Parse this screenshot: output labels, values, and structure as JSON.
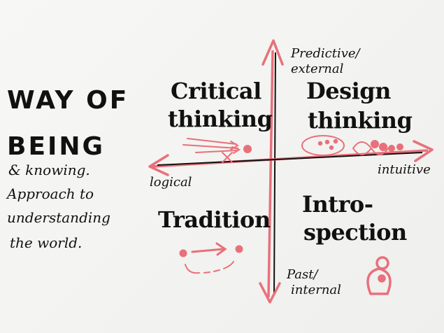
{
  "heading": {
    "line1": "WAY OF",
    "line2": "BEING",
    "subtitle_lines": [
      "& knowing.",
      "Approach to",
      "understanding",
      "the world."
    ]
  },
  "axes": {
    "top_label": "Predictive/",
    "top_label_2": "external",
    "bottom_label": "Past/",
    "bottom_label_2": "internal",
    "left_label": "logical",
    "right_label": "intuitive"
  },
  "quadrants": {
    "top_left": [
      "Critical",
      "thinking"
    ],
    "top_right": [
      "Design",
      "thinking"
    ],
    "bottom_left": "Tradition",
    "bottom_right": [
      "Intro-",
      "spection"
    ]
  },
  "colors": {
    "ink": "#111111",
    "accent": "#e8707a",
    "paper": "#f3f3f1"
  }
}
